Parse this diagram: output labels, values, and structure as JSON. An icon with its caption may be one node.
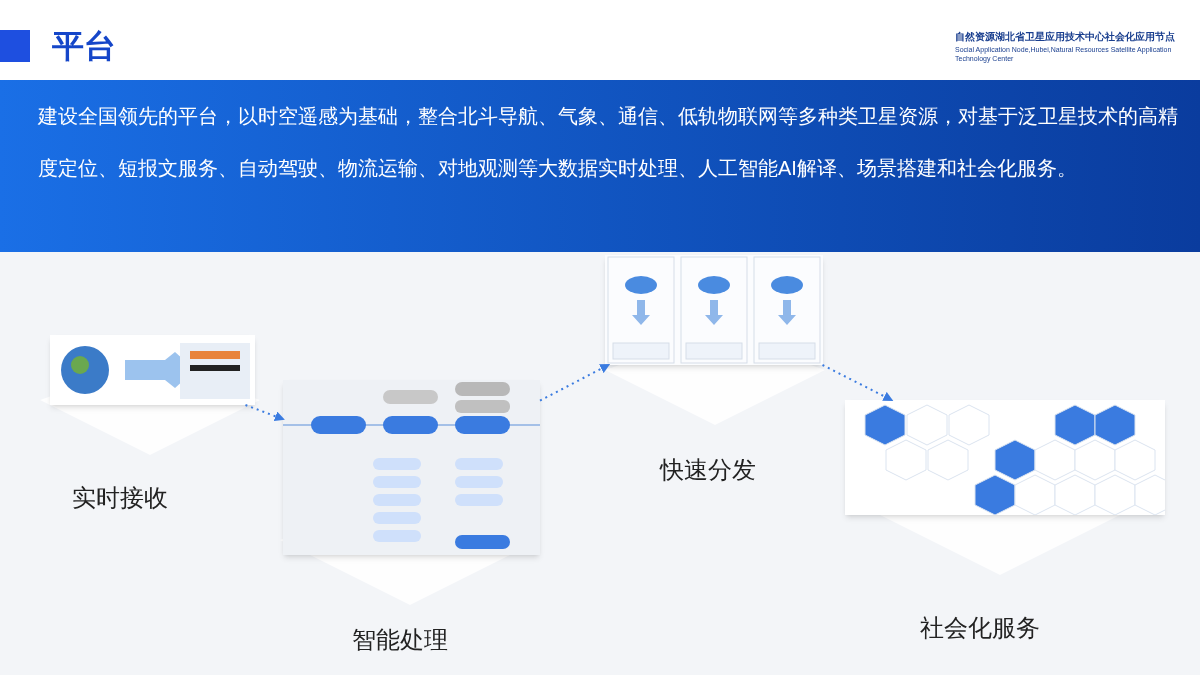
{
  "diagram": {
    "title": "平台",
    "nodes": [
      {
        "text": [],
        "shape": "picture"
      },
      {
        "text": [],
        "shape": "picture"
      },
      {
        "text": [],
        "shape": "picture"
      },
      {
        "text": [],
        "shape": "picture"
      }
    ],
    "edges": [
      {
        "from": 0,
        "to": 1,
        "arrow": "to",
        "style": "dashed"
      },
      {
        "from": 1,
        "to": 2,
        "arrow": "to",
        "style": "dashed"
      },
      {
        "from": 2,
        "to": 3,
        "arrow": "to",
        "style": "dashed"
      }
    ],
    "labels": [
      "自然资源湖北省卫星应用技术中心社会化应用节点",
      "Social Application Node,Hubei,Natural Resources Satellite Application Technology Center",
      "建设全国领先的平台，以时空遥感为基础，整合北斗导航、气象、通信、低轨物联网等多种类卫星资源，对基于泛卫星技术的高精度定位、短报文服务、自动驾驶、物流运输、对地观测等大数据实时处理、人工智能AI解译、场景搭建和社会化服务。",
      "实时接收",
      "快速分发",
      "智能处理",
      "社会化服务"
    ]
  }
}
